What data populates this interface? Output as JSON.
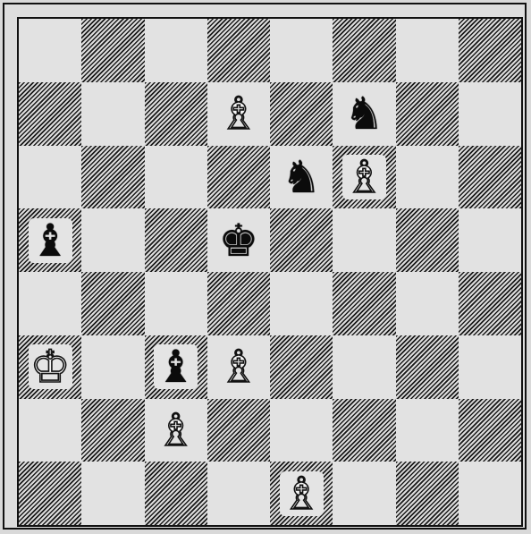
{
  "board": {
    "squares": [
      [
        "",
        "",
        "",
        "",
        "",
        "",
        "",
        ""
      ],
      [
        "",
        "",
        "",
        "white-bishop",
        "",
        "black-knight",
        "",
        ""
      ],
      [
        "",
        "",
        "",
        "",
        "black-knight",
        "white-bishop",
        "",
        ""
      ],
      [
        "black-bishop",
        "",
        "",
        "black-king",
        "",
        "",
        "",
        ""
      ],
      [
        "",
        "",
        "",
        "",
        "",
        "",
        "",
        ""
      ],
      [
        "white-king",
        "",
        "black-bishop",
        "white-bishop",
        "",
        "",
        "",
        ""
      ],
      [
        "",
        "",
        "white-bishop",
        "",
        "",
        "",
        "",
        ""
      ],
      [
        "",
        "",
        "",
        "",
        "white-bishop",
        "",
        "",
        ""
      ]
    ]
  },
  "glyphs": {
    "white-king": "♔",
    "white-bishop": "♗",
    "black-king": "♚",
    "black-bishop": "♝",
    "black-knight": "♞"
  },
  "colors": {
    "dark_hatch": "#1a1a1a",
    "light_square": "#e2e2e2"
  }
}
